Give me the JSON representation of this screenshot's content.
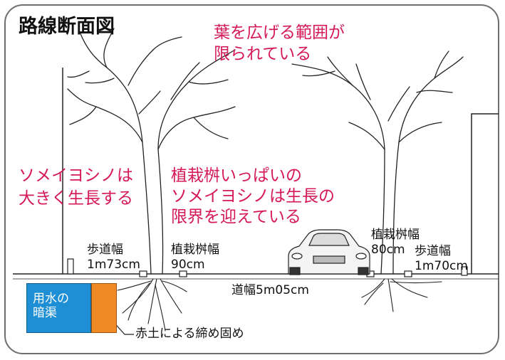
{
  "title": "路線断面図",
  "annotations": {
    "canopy_line1": "葉を広げる範囲が",
    "canopy_line2": "限られている",
    "left_tree_line1": "ソメイヨシノは",
    "left_tree_line2": "大きく生長する",
    "center_line1": "植栽桝いっぱいの",
    "center_line2": "ソメイヨシノは生長の",
    "center_line3": "限界を迎えている"
  },
  "labels": {
    "sidewalk_left_1": "歩道幅",
    "sidewalk_left_2": "1m73cm",
    "planter_left_1": "植栽桝幅",
    "planter_left_2": "90cm",
    "planter_right_1": "植栽桝幅",
    "planter_right_2": "80cm",
    "sidewalk_right_1": "歩道幅",
    "sidewalk_right_2": "1m70cm",
    "road_width": "道幅5m05cm",
    "water_channel_1": "用水の",
    "water_channel_2": "暗渠",
    "red_soil": "赤土による締め固め"
  },
  "colors": {
    "annotation_red": "#d4185a",
    "channel_blue": "#1e8fd4",
    "soil_orange": "#ef8a25",
    "frame_gray": "#6e6e6e"
  }
}
